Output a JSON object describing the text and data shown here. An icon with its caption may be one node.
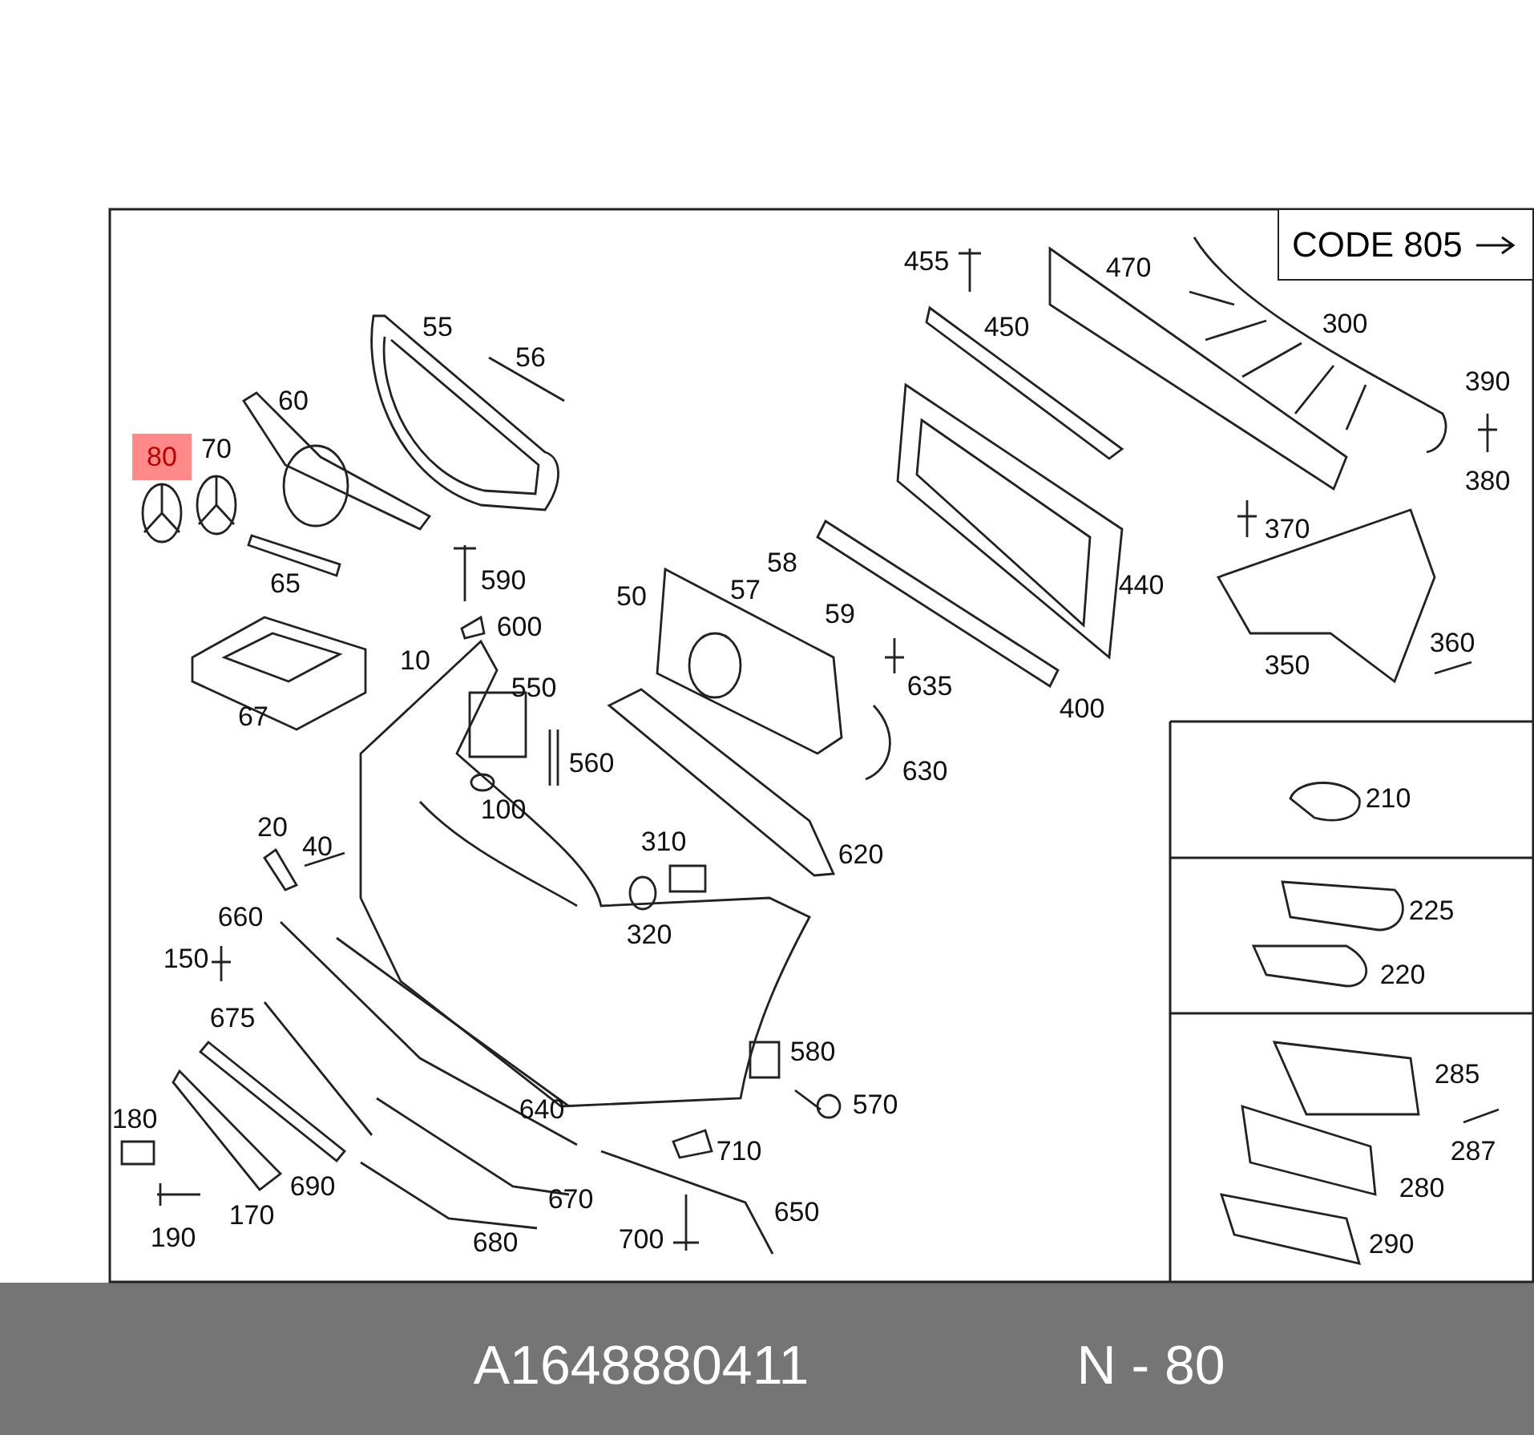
{
  "diagram": {
    "nodes": [
      {
        "text": [
          "CODE 805"
        ]
      }
    ],
    "labels": [
      "80",
      "70",
      "60",
      "55",
      "56",
      "65",
      "590",
      "600",
      "67",
      "10",
      "550",
      "50",
      "57",
      "58",
      "59",
      "455",
      "470",
      "450",
      "300",
      "390",
      "380",
      "370",
      "440",
      "350",
      "360",
      "635",
      "400",
      "560",
      "100",
      "630",
      "620",
      "310",
      "320",
      "20",
      "40",
      "660",
      "150",
      "675",
      "580",
      "640",
      "570",
      "180",
      "710",
      "690",
      "670",
      "650",
      "190",
      "170",
      "680",
      "700",
      "210",
      "225",
      "220",
      "285",
      "287",
      "280",
      "290",
      "A1648880411",
      "N - 80"
    ]
  }
}
